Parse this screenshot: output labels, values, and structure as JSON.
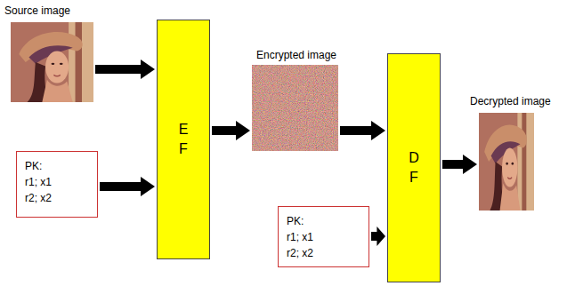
{
  "diagram": {
    "nodes": [
      {
        "text": [
          "Source image"
        ]
      },
      {
        "text": [
          "PK:",
          "r1; x1",
          "r2; x2"
        ]
      },
      {
        "text": [
          "E F"
        ]
      },
      {
        "text": [
          "Encrypted image"
        ]
      },
      {
        "text": [
          "D F"
        ]
      },
      {
        "text": [
          "PK:",
          "r1; x1",
          "r2; x2"
        ]
      },
      {
        "text": [
          "Decrypted image"
        ]
      }
    ],
    "edges": [
      {
        "from": 0,
        "to": 2,
        "arrow": "to"
      },
      {
        "from": 1,
        "to": 2,
        "arrow": "to"
      },
      {
        "from": 2,
        "to": 3,
        "arrow": "to"
      },
      {
        "from": 3,
        "to": 4,
        "arrow": "to"
      },
      {
        "from": 5,
        "to": 4,
        "arrow": "to"
      },
      {
        "from": 4,
        "to": 6,
        "arrow": "to"
      }
    ]
  }
}
